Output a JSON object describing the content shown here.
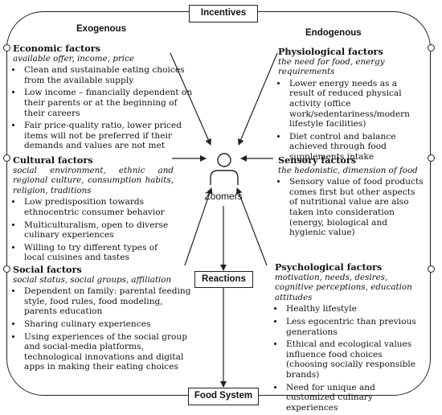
{
  "top_box": "Incentives",
  "middle_box": "Reactions",
  "bottom_box": "Food System",
  "center_label": "Zoomers",
  "exogenous": "Exogenous",
  "endogenous": "Endogenous",
  "economic": {
    "title": "Economic factors",
    "subtitle": "available offer, income, price",
    "items": [
      "Clean and sustainable eating choices from the available supply",
      "Low income – financially dependent on their parents or at the beginning of their careers",
      "Fair price-quality ratio, lower priced items will not be preferred if their demands and values are not met"
    ]
  },
  "cultural": {
    "title": "Cultural factors",
    "subtitle": "social environment, ethnic and regional culture, consumption habits, religion, traditions",
    "items": [
      "Low predisposition towards ethnocentric consumer behavior",
      "Multiculturalism, open to diverse culinary experiences",
      "Willing to try different types of local cuisines and tastes"
    ]
  },
  "social": {
    "title": "Social factors",
    "subtitle": "social status, social groups, affiliation",
    "items": [
      "Dependent on family: parental feeding style, food rules, food modeling, parents education",
      "Sharing culinary experiences",
      "Using experiences of the social group and social-media platforms, technological innovations and digital apps in making their eating choices"
    ]
  },
  "physiological": {
    "title": "Physiological factors",
    "subtitle": "the need for food, energy requirements",
    "items": [
      "Lower energy needs as a result of reduced physical activity (office work/sedentariness/modern lifestyle facilities)",
      "Diet control and balance achieved through food supplements intake"
    ]
  },
  "sensory": {
    "title": "Sensory factors",
    "subtitle": "the hedonistic, dimension of food",
    "items": [
      "Sensory value of food products comes first but other aspects of nutritional value are also taken into consideration (energy, biological and hygienic value)"
    ]
  },
  "psychological": {
    "title": "Psychological factors",
    "subtitle": "motivation, needs, desires, cognitive perceptions, education attitudes",
    "items": [
      "Healthy lifestyle",
      "Less egocentric than previous generations",
      "Ethical and ecological values influence food choices (choosing socially responsible brands)",
      "Need for unique and customized culinary experiences"
    ]
  }
}
